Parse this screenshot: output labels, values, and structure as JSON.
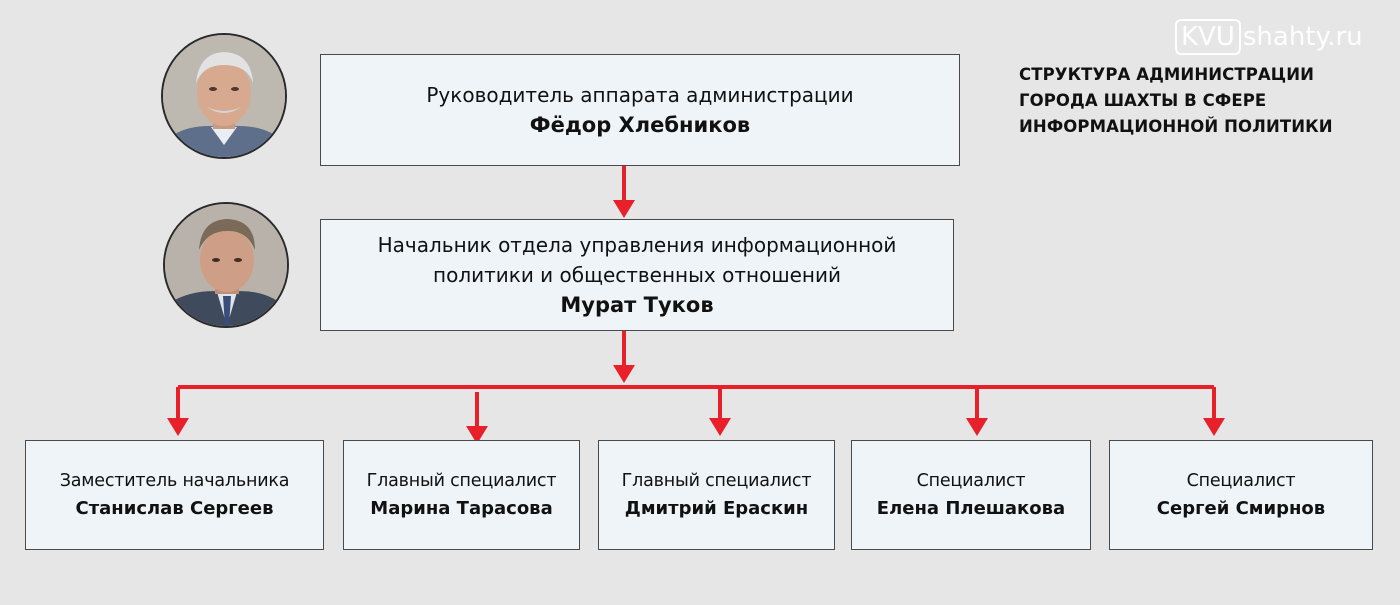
{
  "logo": {
    "mark": "KVU",
    "domain": "shahty.ru"
  },
  "heading": {
    "lines": [
      "СТРУКТУРА АДМИНИСТРАЦИИ",
      "ГОРОДА ШАХТЫ В СФЕРЕ",
      "ИНФОРМАЦИОННОЙ ПОЛИТИКИ"
    ]
  },
  "head": {
    "role": "Руководитель аппарата администрации",
    "name": "Фёдор Хлебников"
  },
  "department": {
    "role_line1": "Начальник отдела управления информационной",
    "role_line2": "политики и общественных отношений",
    "name": "Мурат Туков"
  },
  "staff": [
    {
      "role": "Заместитель начальника",
      "name": "Станислав Сергеев"
    },
    {
      "role": "Главный специалист",
      "name": "Марина Тарасова"
    },
    {
      "role": "Главный специалист",
      "name": "Дмитрий Ераскин"
    },
    {
      "role": "Специалист",
      "name": "Елена Плешакова"
    },
    {
      "role": "Специалист",
      "name": "Сергей Смирнов"
    }
  ],
  "colors": {
    "arrow": "#e8202a",
    "box_fill": "#eef4f8",
    "background": "#e7e6e6"
  }
}
